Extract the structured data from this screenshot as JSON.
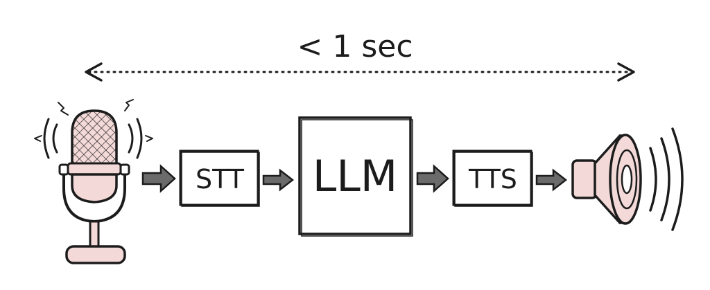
{
  "latency": {
    "label": "< 1 sec"
  },
  "pipeline": {
    "stt_label": "STT",
    "llm_label": "LLM",
    "tts_label": "TTS"
  },
  "icons": {
    "input": "microphone-icon",
    "output": "speaker-icon"
  },
  "colors": {
    "ink": "#1c1c1c",
    "accent_fill": "#f3d9d8",
    "background": "#ffffff"
  }
}
